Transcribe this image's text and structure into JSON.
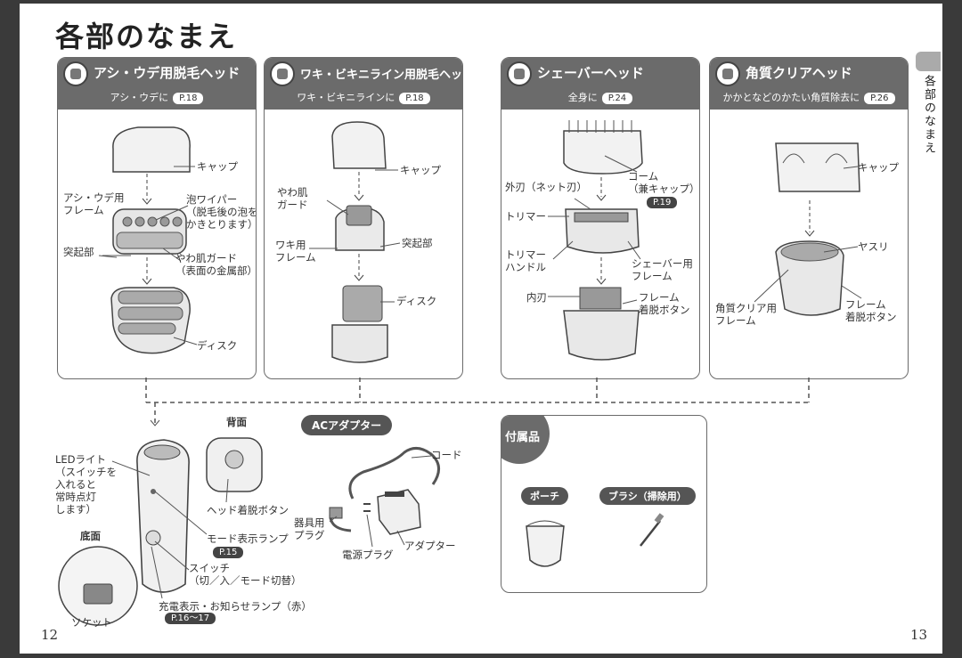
{
  "title": "各部のなまえ",
  "side_label": "各部のなまえ",
  "page_left": "12",
  "page_right": "13",
  "heads": [
    {
      "name": "アシ・ウデ用脱毛ヘッド",
      "sub": "アシ・ウデに",
      "ref": "P.18",
      "labels": {
        "cap": "キャップ",
        "frame": "アシ・ウデ用\nフレーム",
        "wiper": "泡ワイパー\n（脱毛後の泡を\nかきとります）",
        "bump": "突起部",
        "guard": "やわ肌ガード\n（表面の金属部）",
        "disk": "ディスク"
      }
    },
    {
      "name": "ワキ・ビキニライン用脱毛ヘッド",
      "sub": "ワキ・ビキニラインに",
      "ref": "P.18",
      "labels": {
        "cap": "キャップ",
        "guard": "やわ肌\nガード",
        "frame": "ワキ用\nフレーム",
        "bump": "突起部",
        "disk": "ディスク"
      }
    },
    {
      "name": "シェーバーヘッド",
      "sub": "全身に",
      "ref": "P.24",
      "labels": {
        "outer": "外刃（ネット刃）",
        "comb": "コーム\n（兼キャップ）",
        "comb_ref": "P.19",
        "trimmer": "トリマー",
        "handle": "トリマー\nハンドル",
        "frame": "シェーバー用\nフレーム",
        "inner": "内刃",
        "release": "フレーム\n着脱ボタン"
      }
    },
    {
      "name": "角質クリアヘッド",
      "sub": "かかとなどのかたい角質除去に",
      "ref": "P.26",
      "labels": {
        "cap": "キャップ",
        "file": "ヤスリ",
        "frame": "角質クリア用\nフレーム",
        "release": "フレーム\n着脱ボタン"
      }
    }
  ],
  "body": {
    "back_label": "背面",
    "bottom_label": "底面",
    "led": "LEDライト\n（スイッチを\n入れると\n常時点灯\nします）",
    "head_release": "ヘッド着脱ボタン",
    "mode_lamp": "モード表示ランプ",
    "mode_ref": "P.15",
    "switch": "スイッチ\n（切／入／モード切替）",
    "charge": "充電表示・お知らせランプ（赤）",
    "charge_ref": "P.16〜17",
    "socket": "ソケット"
  },
  "adapter": {
    "title": "ACアダプター",
    "cord": "コード",
    "plug": "器具用\nプラグ",
    "power_plug": "電源プラグ",
    "adapter": "アダプター"
  },
  "accessories": {
    "title": "付属品",
    "pouch": "ポーチ",
    "brush": "ブラシ（掃除用）"
  }
}
